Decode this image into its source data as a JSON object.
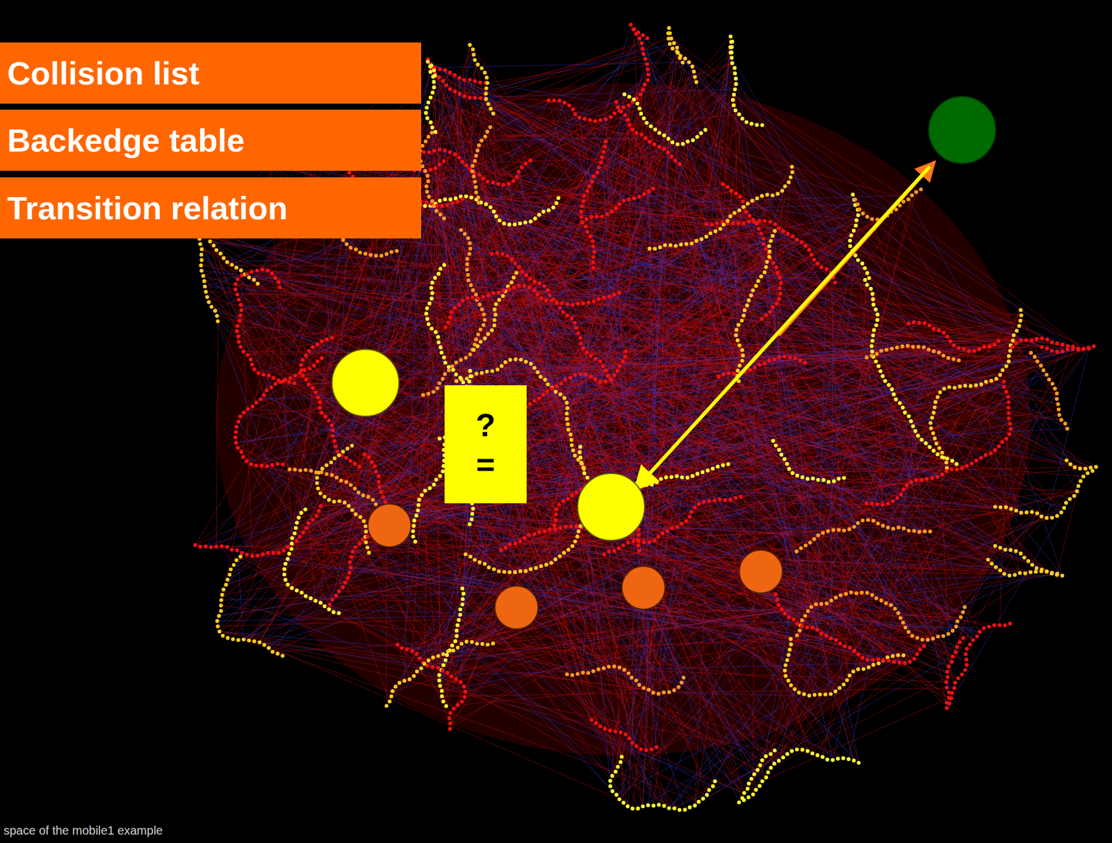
{
  "diagram": {
    "nodes": [
      {
        "text": [
          "Collision list"
        ]
      },
      {
        "text": [
          "Backedge table"
        ]
      },
      {
        "text": [
          "Transition relation"
        ]
      },
      {
        "text": [
          "?",
          "="
        ]
      }
    ],
    "labels": [
      "space of the mobile1 example"
    ]
  }
}
